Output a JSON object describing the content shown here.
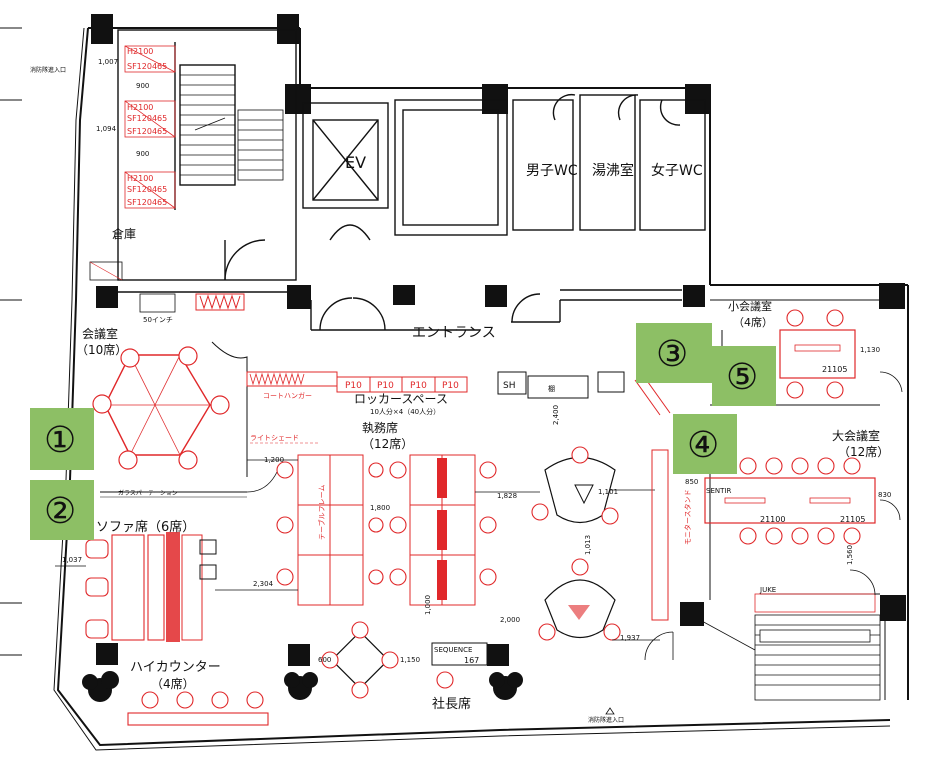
{
  "rooms": {
    "ev": "EV",
    "mens_wc": "男子WC",
    "kitchen": "湯沸室",
    "womens_wc": "女子WC",
    "storage": "倉庫",
    "entrance": "エントランス",
    "meeting_room": "会議室",
    "meeting_room_seats": "（10席）",
    "locker_space": "ロッカースペース",
    "locker_detail": "10人分×4（40人分）",
    "coat_hanger": "コートハンガー",
    "office_seats": "執務席",
    "office_seats_count": "（12席）",
    "small_meeting": "小会議室",
    "small_meeting_seats": "（4席）",
    "large_meeting": "大会議室",
    "large_meeting_seats": "（12席）",
    "sofa": "ソファ席（6席）",
    "high_counter": "ハイカウンター",
    "high_counter_seats": "（4席）",
    "president": "社長席",
    "glass_partition": "ガラスパーテーション",
    "light_shelf": "ライトシェード",
    "table_frame": "テーブルフレーム",
    "monitor_stand": "モニタースタンド",
    "sh": "SH",
    "cabinet": "棚",
    "juke": "JUKE",
    "sentir": "SENTIR",
    "sequence": "SEQUENCE"
  },
  "tags": {
    "h2100": "H2100",
    "sf120465": "SF120465",
    "d1": "1,007",
    "d2": "1,094",
    "d3": "900",
    "d4": "1,200",
    "d5": "1,800",
    "d6": "1,828",
    "d7": "1,101",
    "d8": "2,400",
    "d9": "2,304",
    "d10": "1,013",
    "d11": "1,937",
    "d12": "1,130",
    "d13": "1,560",
    "d14": "1,037",
    "d15": "1,000",
    "d16": "1,150",
    "d17": "600",
    "d18": "850",
    "d19": "830",
    "d20": "2,000",
    "t21100": "21100",
    "t21105": "21105",
    "t167": "167",
    "p10": "P10",
    "fire_entry": "消防隊進入口",
    "fifty_inch": "50インチ"
  },
  "badges": [
    "①",
    "②",
    "③",
    "④",
    "⑤"
  ],
  "colors": {
    "wall": "#111111",
    "furniture": "#e0282a",
    "badge": "#8dbf65"
  }
}
